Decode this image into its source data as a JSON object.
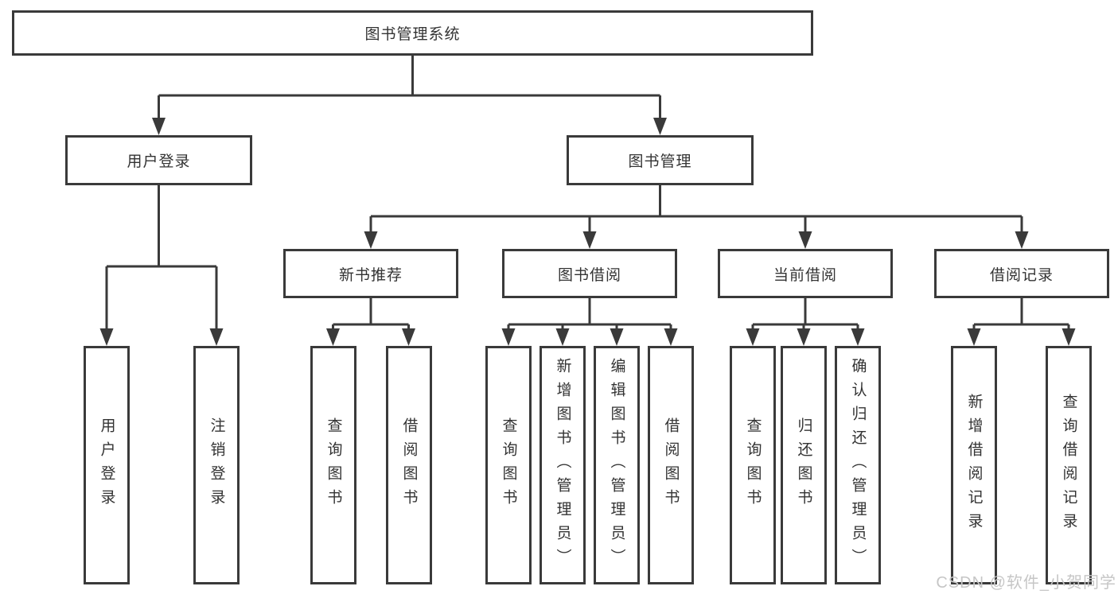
{
  "diagram_type": "hierarchy-flowchart",
  "colors": {
    "line": "#3a3a3a",
    "box_border": "#3a3a3a",
    "box_fill": "#ffffff",
    "text": "#333333",
    "watermark": "#c6c6c6"
  },
  "nodes": {
    "root": {
      "label": "图书管理系统"
    },
    "level2": [
      {
        "label": "用户登录"
      },
      {
        "label": "图书管理"
      }
    ],
    "level3": [
      {
        "label": "新书推荐"
      },
      {
        "label": "图书借阅"
      },
      {
        "label": "当前借阅"
      },
      {
        "label": "借阅记录"
      }
    ],
    "leaves": [
      {
        "label": "用户登录",
        "parent": "用户登录"
      },
      {
        "label": "注销登录",
        "parent": "用户登录"
      },
      {
        "label": "查询图书",
        "parent": "新书推荐"
      },
      {
        "label": "借阅图书",
        "parent": "新书推荐"
      },
      {
        "label": "查询图书",
        "parent": "图书借阅"
      },
      {
        "label": "新增图书（管理员）",
        "parent": "图书借阅"
      },
      {
        "label": "编辑图书（管理员）",
        "parent": "图书借阅"
      },
      {
        "label": "借阅图书",
        "parent": "图书借阅"
      },
      {
        "label": "查询图书",
        "parent": "当前借阅"
      },
      {
        "label": "归还图书",
        "parent": "当前借阅"
      },
      {
        "label": "确认归还（管理员）",
        "parent": "当前借阅"
      },
      {
        "label": "新增借阅记录",
        "parent": "借阅记录"
      },
      {
        "label": "查询借阅记录",
        "parent": "借阅记录"
      }
    ]
  },
  "watermark": {
    "text": "CSDN @软件_小贺同学"
  }
}
